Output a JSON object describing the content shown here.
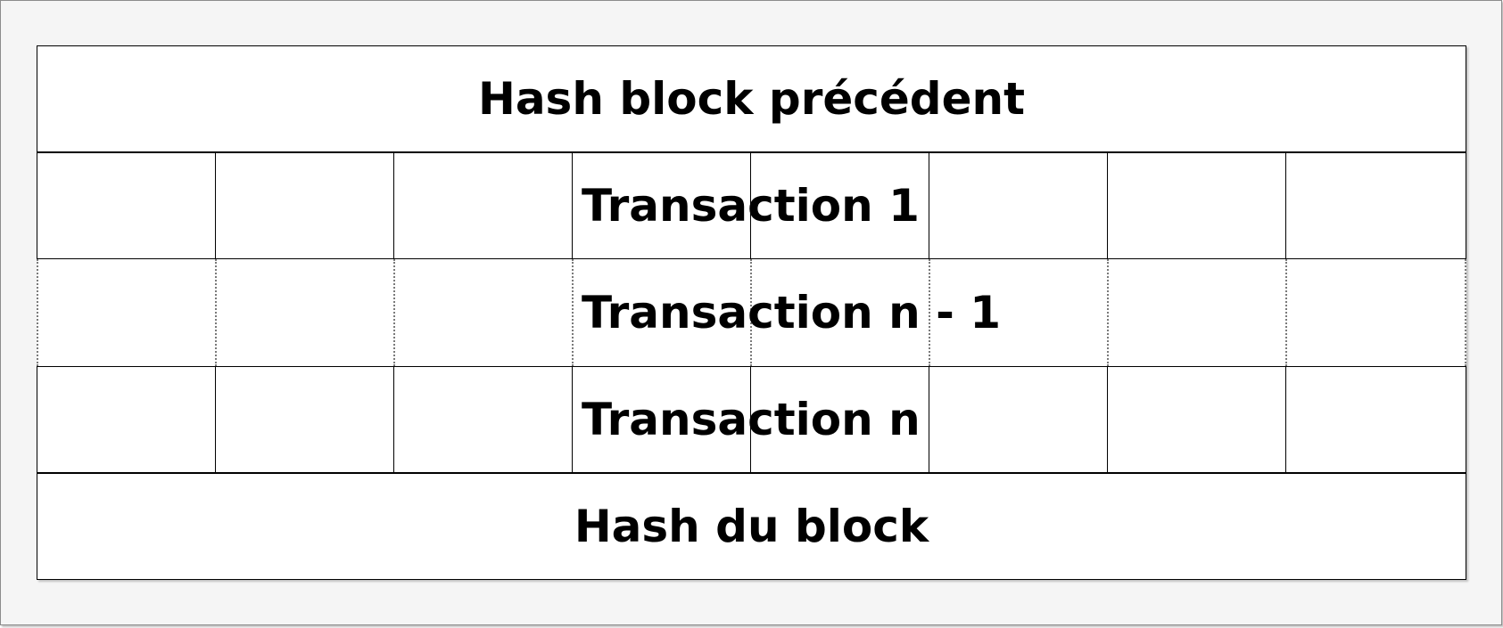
{
  "diagram": {
    "header": {
      "label": "Hash block précédent"
    },
    "transactions": [
      {
        "label": "Transaction 1",
        "style": "solid"
      },
      {
        "label": "Transaction n - 1",
        "style": "dotted"
      },
      {
        "label": "Transaction n",
        "style": "solid"
      }
    ],
    "footer": {
      "label": "Hash du block"
    },
    "cells_per_row": 8
  },
  "colors": {
    "background": "#f5f5f5",
    "cell_fill": "#ffffff",
    "stroke": "#000000",
    "dotted_stroke": "#7a7a7a"
  }
}
